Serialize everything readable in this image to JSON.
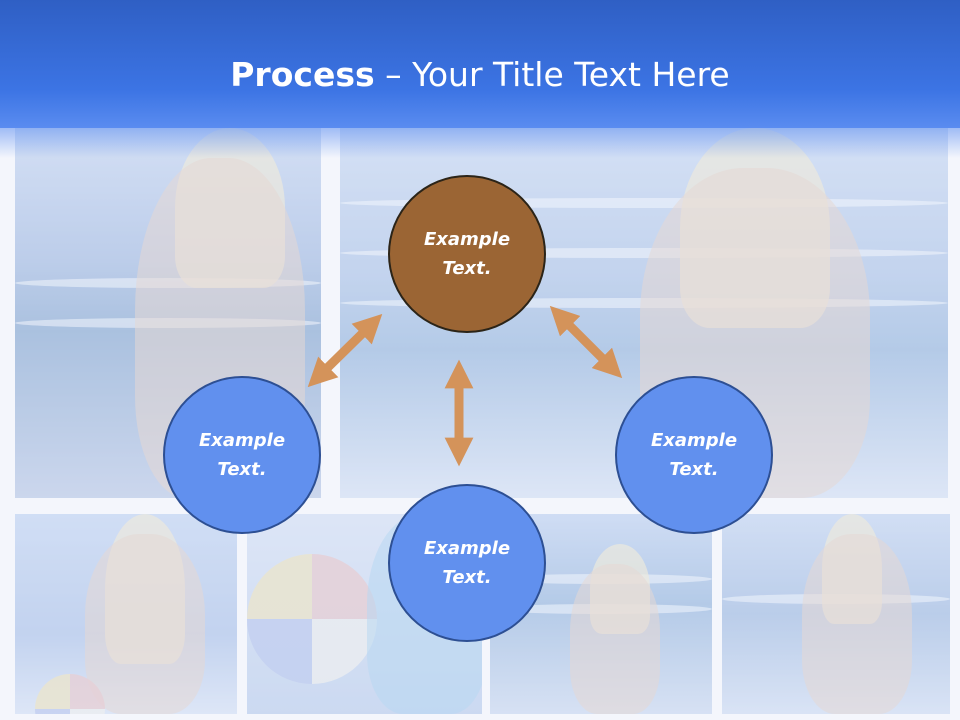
{
  "slide": {
    "title_bold": "Process",
    "title_rest": " – Your Title Text Here"
  },
  "nodes": [
    {
      "line1": "Example",
      "line2": "Text."
    },
    {
      "line1": "Example",
      "line2": "Text."
    },
    {
      "line1": "Example",
      "line2": "Text."
    },
    {
      "line1": "Example",
      "line2": "Text."
    }
  ],
  "colors": {
    "header": "#3c74e4",
    "top_node": "#9b6534",
    "nodes": "#6190ee",
    "node_border": "#2d4f93",
    "arrow": "#d4935a"
  }
}
